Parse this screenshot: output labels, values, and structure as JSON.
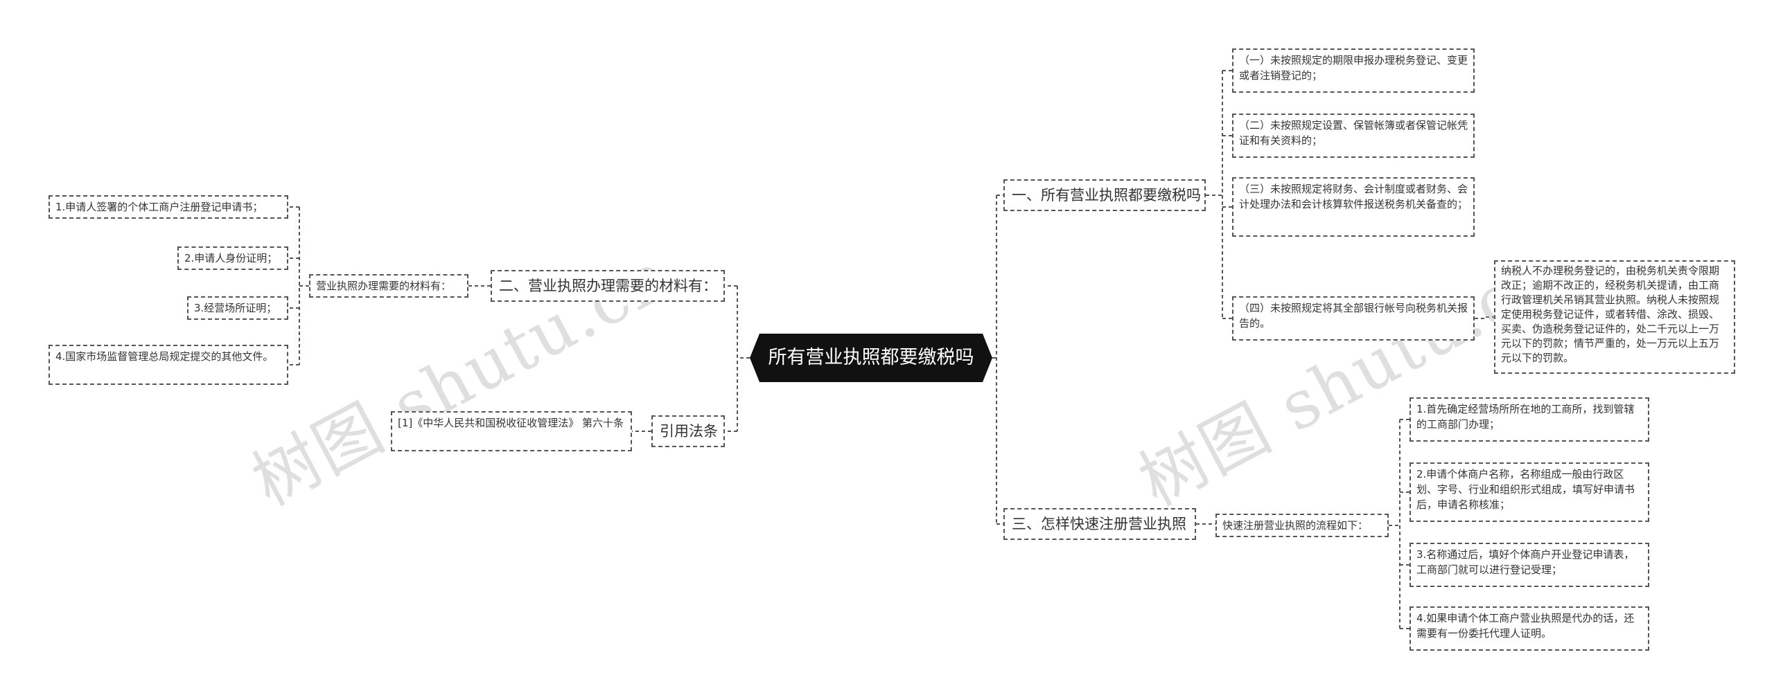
{
  "root": "所有营业执照都要缴税吗",
  "watermark": "树图 shutu.cn",
  "branches": {
    "b1": {
      "label": "一、所有营业执照都要缴税吗",
      "items": [
        "（一）未按照规定的期限申报办理税务登记、变更或者注销登记的；",
        "（二）未按照规定设置、保管帐簿或者保管记帐凭证和有关资料的；",
        "（三）未按照规定将财务、会计制度或者财务、会计处理办法和会计核算软件报送税务机关备查的；",
        "（四）未按照规定将其全部银行帐号向税务机关报告的。"
      ],
      "note": "纳税人不办理税务登记的，由税务机关责令限期改正；逾期不改正的，经税务机关提请，由工商行政管理机关吊销其营业执照。纳税人未按照规定使用税务登记证件，或者转借、涂改、损毁、买卖、伪造税务登记证件的，处二千元以上一万元以下的罚款；情节严重的，处一万元以上五万元以下的罚款。"
    },
    "b3": {
      "label": "三、怎样快速注册营业执照",
      "sub": "快速注册营业执照的流程如下：",
      "items": [
        "1.首先确定经营场所所在地的工商所，找到管辖的工商部门办理；",
        "2.申请个体商户名称，名称组成一般由行政区划、字号、行业和组织形式组成，填写好申请书后，申请名称核准；",
        "3.名称通过后，填好个体商户开业登记申请表，工商部门就可以进行登记受理；",
        "4.如果申请个体工商户营业执照是代办的话，还需要有一份委托代理人证明。"
      ]
    },
    "b2": {
      "label": "二、营业执照办理需要的材料有：",
      "sub": "营业执照办理需要的材料有：",
      "items": [
        "1.申请人签署的个体工商户注册登记申请书；",
        "2.申请人身份证明；",
        "3.经营场所证明；",
        "4.国家市场监督管理总局规定提交的其他文件。"
      ]
    },
    "b4": {
      "label": "引用法条",
      "items": [
        "[1]《中华人民共和国税收征收管理法》 第六十条"
      ]
    }
  },
  "colors": {
    "line": "#555555",
    "root_bg": "#111111",
    "root_text": "#ffffff"
  }
}
